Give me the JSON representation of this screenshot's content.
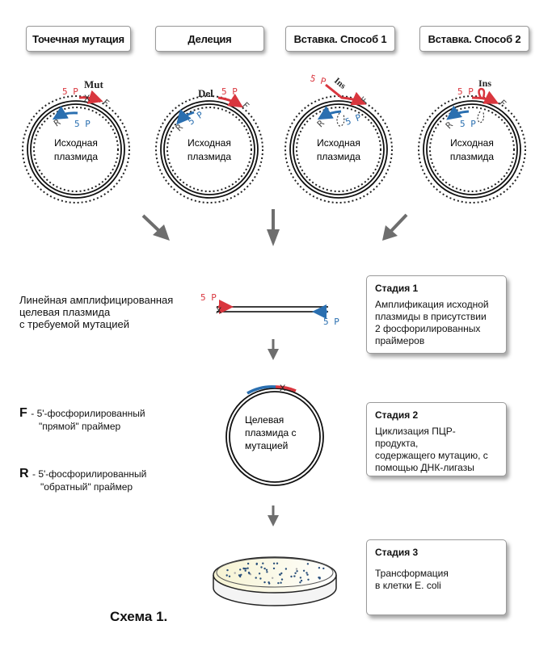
{
  "methods": [
    {
      "label": "Точечная мутация",
      "marker": "Mut"
    },
    {
      "label": "Делеция",
      "marker": "Del"
    },
    {
      "label": "Вставка. Способ 1",
      "marker": "Ins"
    },
    {
      "label": "Вставка. Способ 2",
      "marker": "Ins"
    }
  ],
  "plasmid_label_line1": "Исходная",
  "plasmid_label_line2": "плазмида",
  "primer_5p": "5 P",
  "forward_letter": "F",
  "reverse_letter": "R",
  "mutation_mark": "X",
  "linear": {
    "line1": "Линейная амплифицированная",
    "line2": "целевая плазмида",
    "line3": "с требуемой мутацией"
  },
  "target_plasmid": {
    "line1": "Целевая",
    "line2": "плазмида с",
    "line3": "мутацией"
  },
  "legend": {
    "f_letter": "F",
    "f_line1": "- 5'-фосфорилированный",
    "f_line2": "\"прямой\" праймер",
    "r_letter": "R",
    "r_line1": "- 5'-фосфорилированный",
    "r_line2": "\"обратный\" праймер"
  },
  "stages": [
    {
      "title": "Стадия 1",
      "lines": [
        "Амплификация исходной",
        "плазмиды в присутствии",
        "2 фосфорилированных",
        "праймеров"
      ]
    },
    {
      "title": "Стадия 2",
      "lines": [
        "Циклизация ПЦР-продукта,",
        "содержащего мутацию, с",
        "помощью ДНК-лигазы"
      ]
    },
    {
      "title": "Стадия 3",
      "lines": [
        "Трансформация",
        "в клетки E. coli"
      ]
    }
  ],
  "scheme_title": "Схема 1.",
  "colors": {
    "forward": "#d9363e",
    "reverse": "#2a6fb0",
    "arrow": "#6e6e6e"
  }
}
